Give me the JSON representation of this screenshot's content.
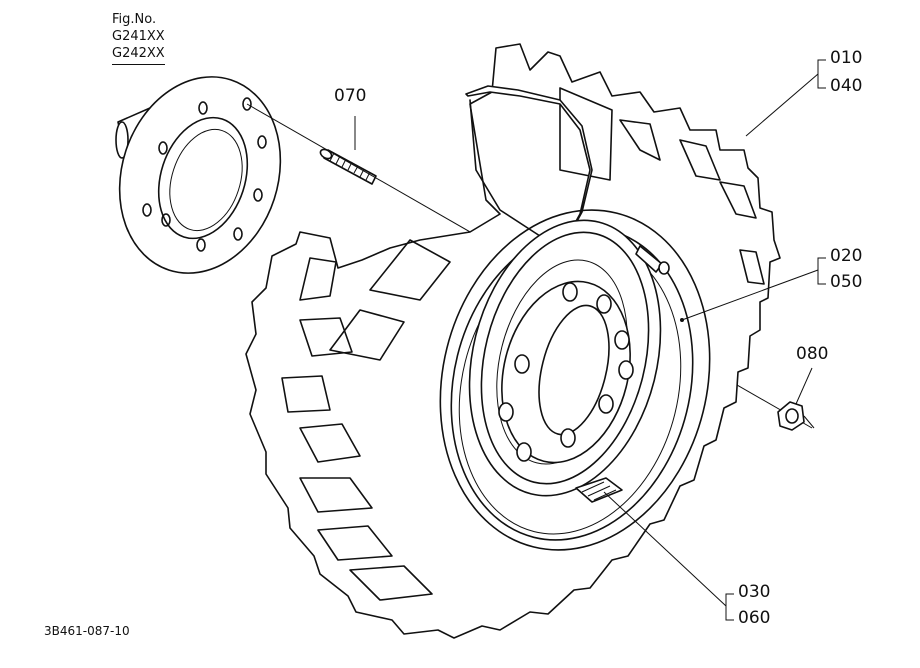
{
  "figure": {
    "fig_no_label": "Fig.No.",
    "fig_numbers": [
      "G241XX",
      "G242XX"
    ],
    "drawing_code": "3B461-087-10"
  },
  "callouts": {
    "c010": "010",
    "c040": "040",
    "c020": "020",
    "c050": "050",
    "c070": "070",
    "c080": "080",
    "c030": "030",
    "c060": "060"
  }
}
